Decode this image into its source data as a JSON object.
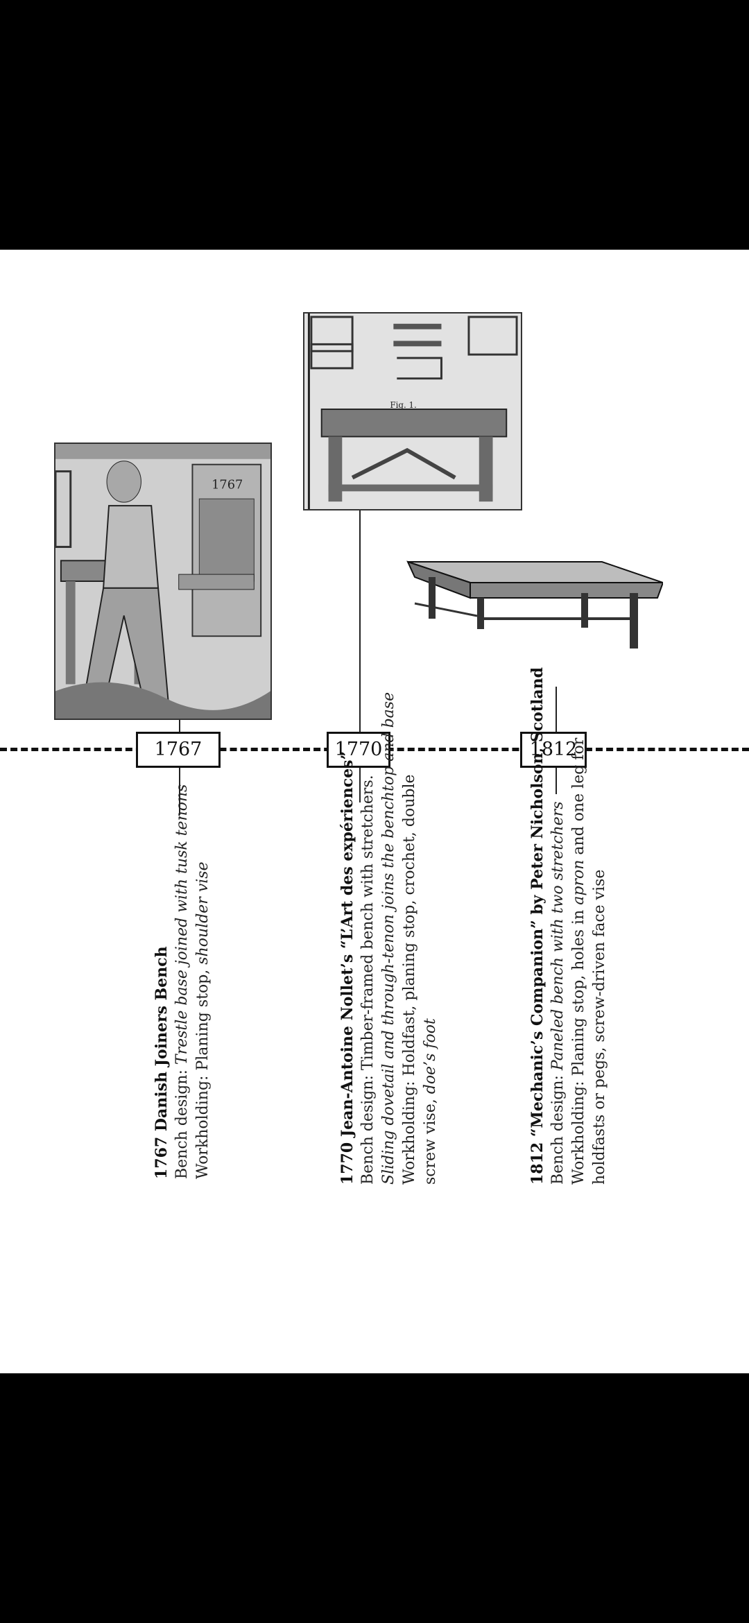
{
  "timeline": {
    "years": [
      "1767",
      "1770",
      "1812"
    ]
  },
  "entries": [
    {
      "title": "1767 Danish Joiners Bench",
      "bench_label": "Bench design: ",
      "bench_italic": "Trestle base joined with tusk tenons",
      "workholding_label": "Workholding: Planing stop, ",
      "workholding_italic": "shoulder vise",
      "image_inscription": "1767"
    },
    {
      "title": "1770 Jean-Antoine Nollet’s “L’Art des expériences”",
      "bench_text": "Bench design: Timber-framed bench with stretchers.",
      "bench_italic": "Sliding dovetail and through-tenon joins the benchtop and base",
      "workholding_text": "Workholding: Holdfast, planing stop, crochet, double",
      "workholding_text2": "screw vise, ",
      "workholding_italic": "doe’s foot",
      "plate_label": "Fig. 1."
    },
    {
      "title": "1812 “Mechanic’s Companion” by Peter Nicholson, Scotland",
      "bench_label": "Bench design: ",
      "bench_italic": "Paneled bench with two stretchers",
      "workholding_text": "Workholding: Planing stop, holes in ",
      "workholding_italic": "apron",
      "workholding_text_after": " and one leg for",
      "workholding_text2": "holdfasts or pegs, screw-driven face vise"
    }
  ],
  "colors": {
    "background": "#000000",
    "page": "#ffffff",
    "ink": "#111111"
  }
}
